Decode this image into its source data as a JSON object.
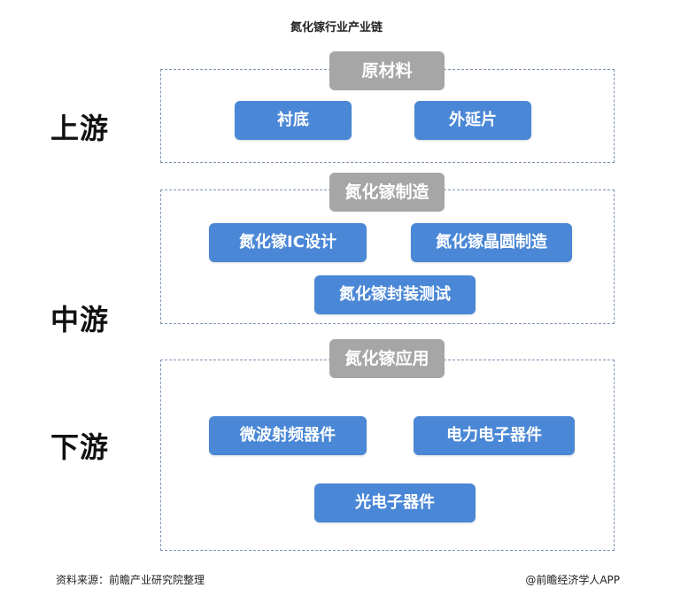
{
  "title": "氮化镓行业产业链",
  "stages": {
    "upstream": "上游",
    "midstream": "中游",
    "downstream": "下游"
  },
  "upstream": {
    "header": "原材料",
    "items": [
      "衬底",
      "外延片"
    ]
  },
  "midstream": {
    "header": "氮化镓制造",
    "items": [
      "氮化镓IC设计",
      "氮化镓晶圆制造",
      "氮化镓封装测试"
    ]
  },
  "downstream": {
    "header": "氮化镓应用",
    "items": [
      "微波射频器件",
      "电力电子器件",
      "光电子器件"
    ]
  },
  "footer": {
    "source": "资料来源：前瞻产业研究院整理",
    "credit": "@前瞻经济学人APP"
  }
}
